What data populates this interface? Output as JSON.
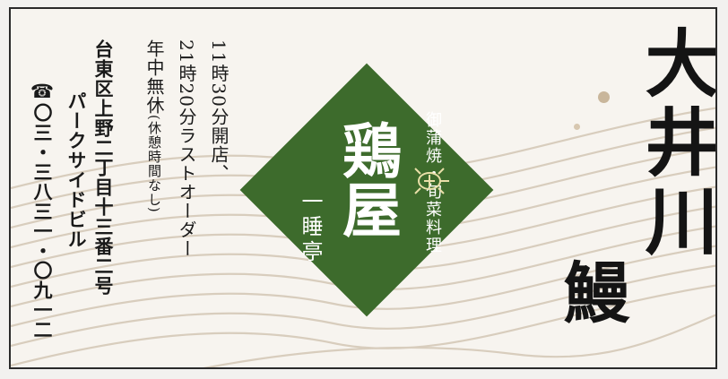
{
  "info": {
    "hours_open": "11時30分開店、",
    "hours_last": "21時20分ラストオーダー",
    "closed_main": "年中無休",
    "closed_note": "(休憩時間なし)",
    "address_1": "台東区上野二丁目十三番二号",
    "address_2": "パークサイドビル",
    "phone_icon": "telephone-icon",
    "phone": "〇三・三八三一・〇九一二"
  },
  "emblem": {
    "subtitle": "御蒲焼・旬菜料理",
    "seal_text": "鶏屋",
    "store_name": "一睡亭"
  },
  "brand": {
    "name": "大井川",
    "subject": "鰻"
  },
  "colors": {
    "diamond": "#3d6b2c",
    "waves": "#d8cdbd",
    "accent_dot": "#c9b69b"
  }
}
